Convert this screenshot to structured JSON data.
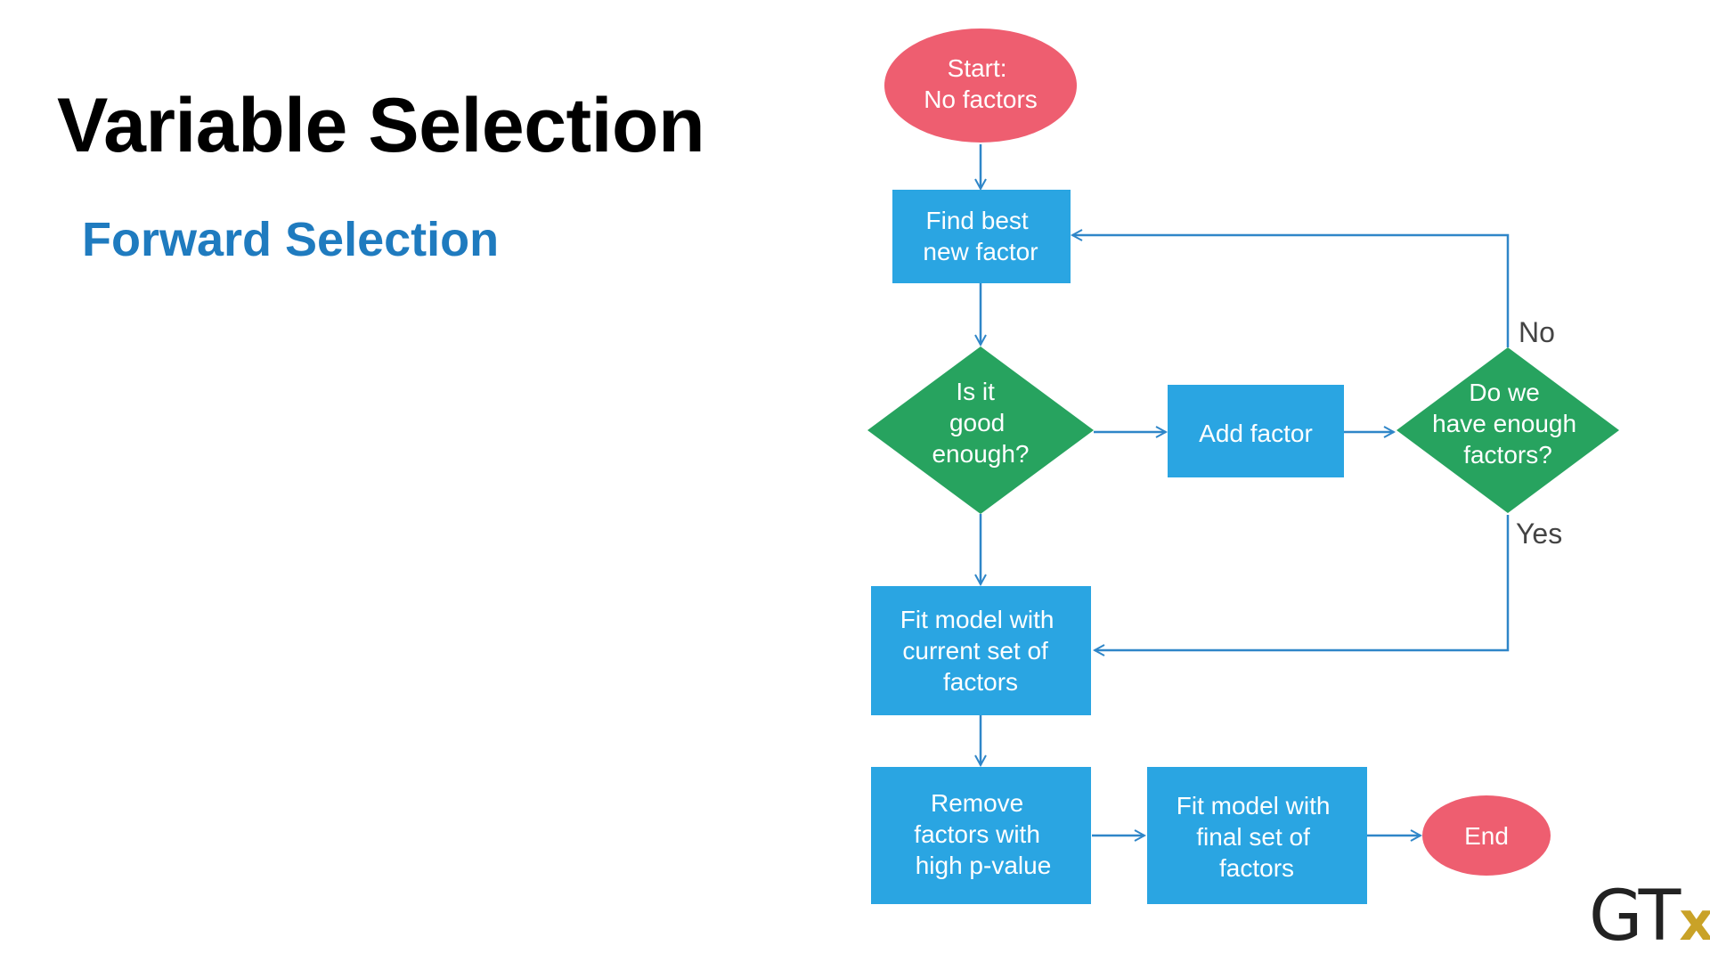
{
  "slide": {
    "title": "Variable Selection",
    "subtitle": "Forward Selection"
  },
  "colors": {
    "ellipse": "#ee5e70",
    "process": "#2aa5e2",
    "decision": "#27a35f",
    "arrow": "#2f86c8",
    "subtitle": "#1f7bbf"
  },
  "flowchart": {
    "nodes": {
      "start": {
        "shape": "ellipse",
        "lines": [
          "Start:",
          "No factors"
        ]
      },
      "find_best": {
        "shape": "process",
        "lines": [
          "Find best",
          "new factor"
        ]
      },
      "good_enough": {
        "shape": "decision",
        "lines": [
          "Is it",
          "good",
          "enough?"
        ]
      },
      "add_factor": {
        "shape": "process",
        "lines": [
          "Add factor"
        ]
      },
      "enough_factors": {
        "shape": "decision",
        "lines": [
          "Do we",
          "have enough",
          "factors?"
        ]
      },
      "fit_current": {
        "shape": "process",
        "lines": [
          "Fit model with",
          "current set of",
          "factors"
        ]
      },
      "remove_factors": {
        "shape": "process",
        "lines": [
          "Remove",
          "factors with",
          "high p-value"
        ]
      },
      "fit_final": {
        "shape": "process",
        "lines": [
          "Fit model with",
          "final set of",
          "factors"
        ]
      },
      "end": {
        "shape": "ellipse",
        "lines": [
          "End"
        ]
      }
    },
    "edge_labels": {
      "no": "No",
      "yes": "Yes"
    }
  },
  "logo": {
    "text": "GT",
    "accent": "x"
  }
}
